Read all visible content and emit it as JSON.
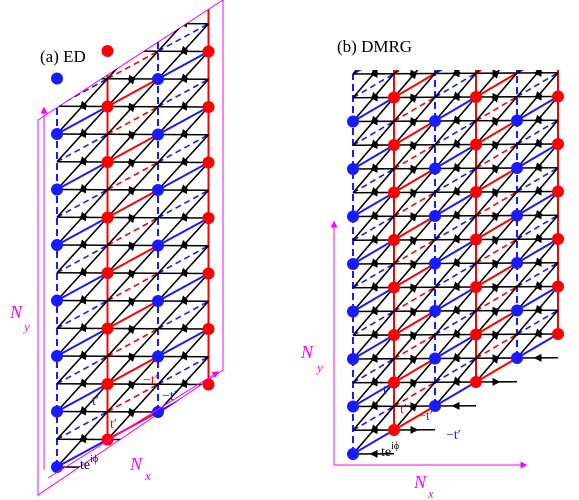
{
  "colors": {
    "blue": "#1a1aff",
    "red": "#ff0000",
    "magenta": "#ff00ff",
    "black": "#000000"
  },
  "panel_a": {
    "title": "(a) ED",
    "nx_label": "N",
    "nx_sub": "x",
    "ny_label": "N",
    "ny_sub": "y",
    "label_t_prime_blue": "t′",
    "label_minus_t_prime_blue": "−t′",
    "label_t_prime_red": "t′",
    "label_minus_t_prime_red": "−t′",
    "hop_label_base": "te",
    "hop_label_exp": "iϕ"
  },
  "panel_b": {
    "title": "(b) DMRG",
    "nx_label": "N",
    "nx_sub": "x",
    "ny_label": "N",
    "ny_sub": "y",
    "label_t_prime_blue": "t′",
    "label_minus_t_prime_blue": "−t′",
    "label_t_prime_red": "t′",
    "label_minus_t_prime_red": "−t′",
    "hop_label_base": "te",
    "hop_label_exp": "iϕ"
  }
}
